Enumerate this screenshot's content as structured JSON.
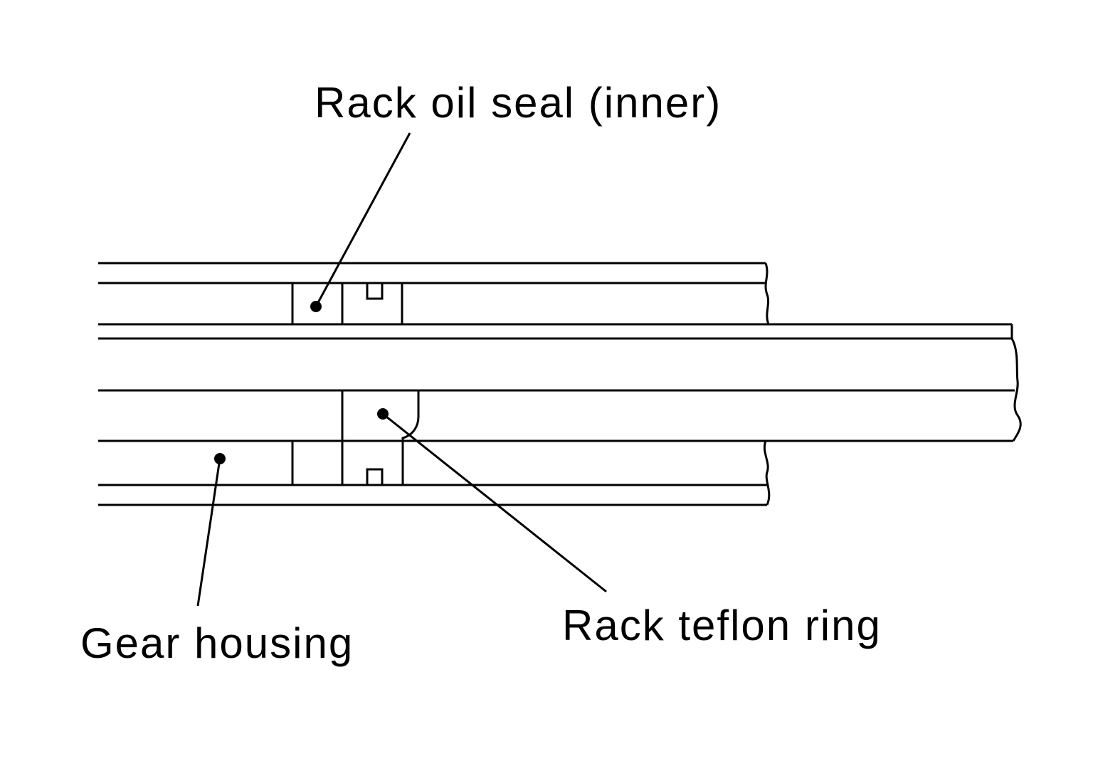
{
  "colors": {
    "line": "#000000",
    "background": "#ffffff"
  },
  "labels": {
    "oil_seal": "Rack oil seal (inner)",
    "teflon_ring": "Rack teflon ring",
    "gear_housing": "Gear housing"
  }
}
